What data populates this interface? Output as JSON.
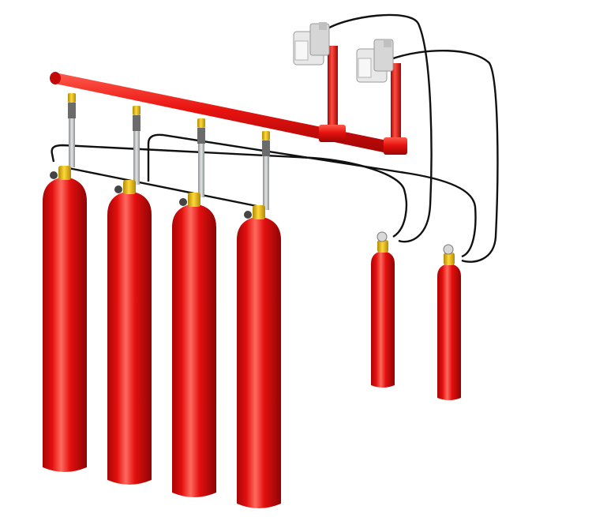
{
  "colors": {
    "cylinder": "#e3100f",
    "cylinder_dark": "#a80606",
    "cylinder_light": "#ff6a5e",
    "manifold": "#e8130f",
    "valve_brass": "#f2c21b",
    "actuator": "#e8e8e8",
    "actuator_dark": "#b4b4b4",
    "hose": "#bfc2c4",
    "tube": "#111111",
    "background": "#ffffff"
  },
  "icons": {
    "main_cylinder": "agent-cylinder-icon",
    "pilot_cylinder": "pilot-cylinder-icon",
    "valve": "cylinder-valve-icon",
    "actuator": "selector-valve-actuator-icon"
  },
  "system": {
    "main_cylinder_count": 4,
    "pilot_cylinder_count": 2,
    "selector_valve_count": 2
  }
}
